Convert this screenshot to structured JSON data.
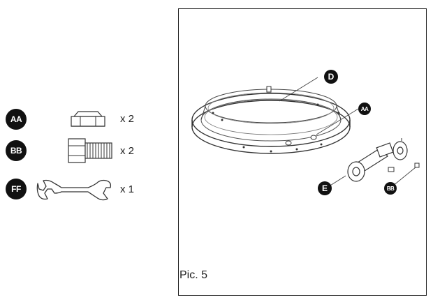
{
  "parts_list": [
    {
      "code": "AA",
      "qty": "x 2",
      "icon": "nut-icon"
    },
    {
      "code": "BB",
      "qty": "x 2",
      "icon": "bolt-icon"
    },
    {
      "code": "FF",
      "qty": "x 1",
      "icon": "wrench-icon"
    }
  ],
  "assembly": {
    "caption": "Pic. 5",
    "callouts": {
      "d": "D",
      "aa": "AA",
      "e": "E",
      "bb": "BB"
    }
  }
}
